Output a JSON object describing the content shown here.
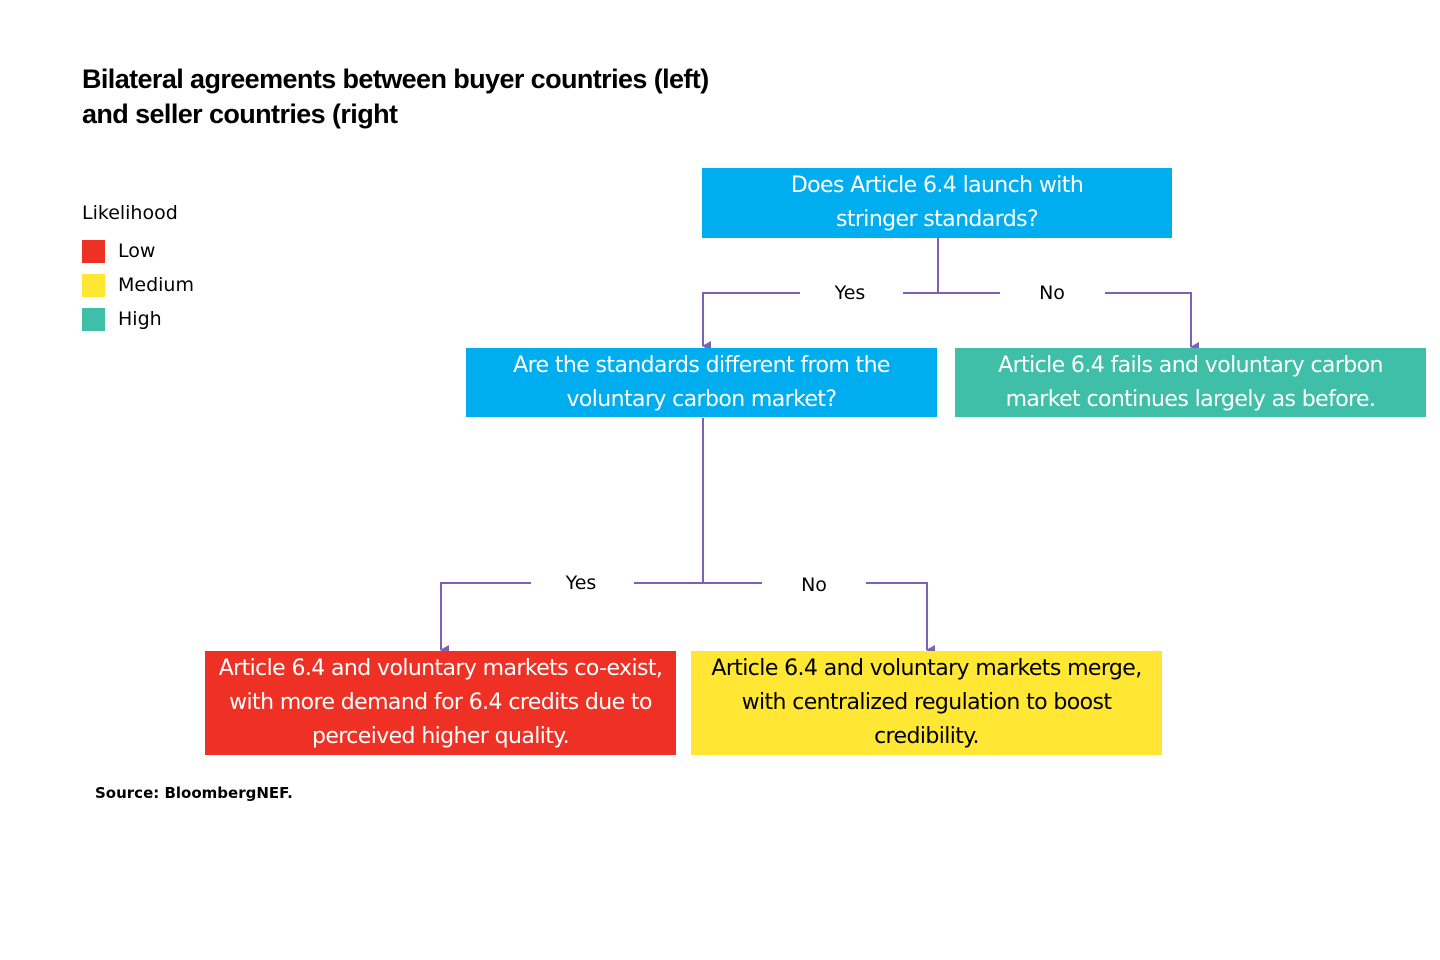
{
  "title": {
    "line1": "Bilateral agreements between buyer countries (left)",
    "line2": "and seller countries (right"
  },
  "legend": {
    "heading": "Likelihood",
    "items": [
      {
        "label": "Low",
        "color": "#EE3124"
      },
      {
        "label": "Medium",
        "color": "#FFE733"
      },
      {
        "label": "High",
        "color": "#3FBFA8"
      }
    ]
  },
  "colors": {
    "question": "#00AEEF",
    "connector": "#7F5FB7"
  },
  "nodes": {
    "q1": {
      "text": "Does Article 6.4 launch with stringer standards?",
      "likelihood": "question"
    },
    "q2": {
      "text": "Are the standards different from the voluntary carbon market?",
      "likelihood": "question"
    },
    "outcome_fail": {
      "text": "Article 6.4 fails and voluntary carbon market continues largely as before.",
      "likelihood": "High"
    },
    "outcome_coexist": {
      "text": "Article 6.4 and voluntary markets co-exist, with more demand for 6.4 credits due to perceived higher quality.",
      "likelihood": "Low"
    },
    "outcome_merge": {
      "text": "Article 6.4 and voluntary markets merge, with centralized regulation to boost credibility.",
      "likelihood": "Medium"
    }
  },
  "branches": {
    "q1_yes": "Yes",
    "q1_no": "No",
    "q2_yes": "Yes",
    "q2_no": "No"
  },
  "source": "Source: BloombergNEF."
}
